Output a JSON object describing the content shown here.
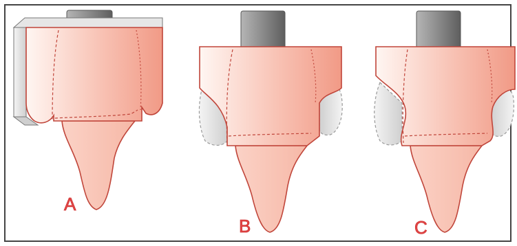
{
  "labels": {
    "a": "A",
    "b": "B",
    "c": "C"
  },
  "colors": {
    "tissue_fill_light": "#fde9e2",
    "tissue_fill_dark": "#f3a08e",
    "tissue_stroke": "#c0453a",
    "abutment_light": "#9b9b9b",
    "abutment_dark": "#5d5d5d",
    "soft_gray": "#d8d8d8",
    "label": "#e34a4a"
  }
}
